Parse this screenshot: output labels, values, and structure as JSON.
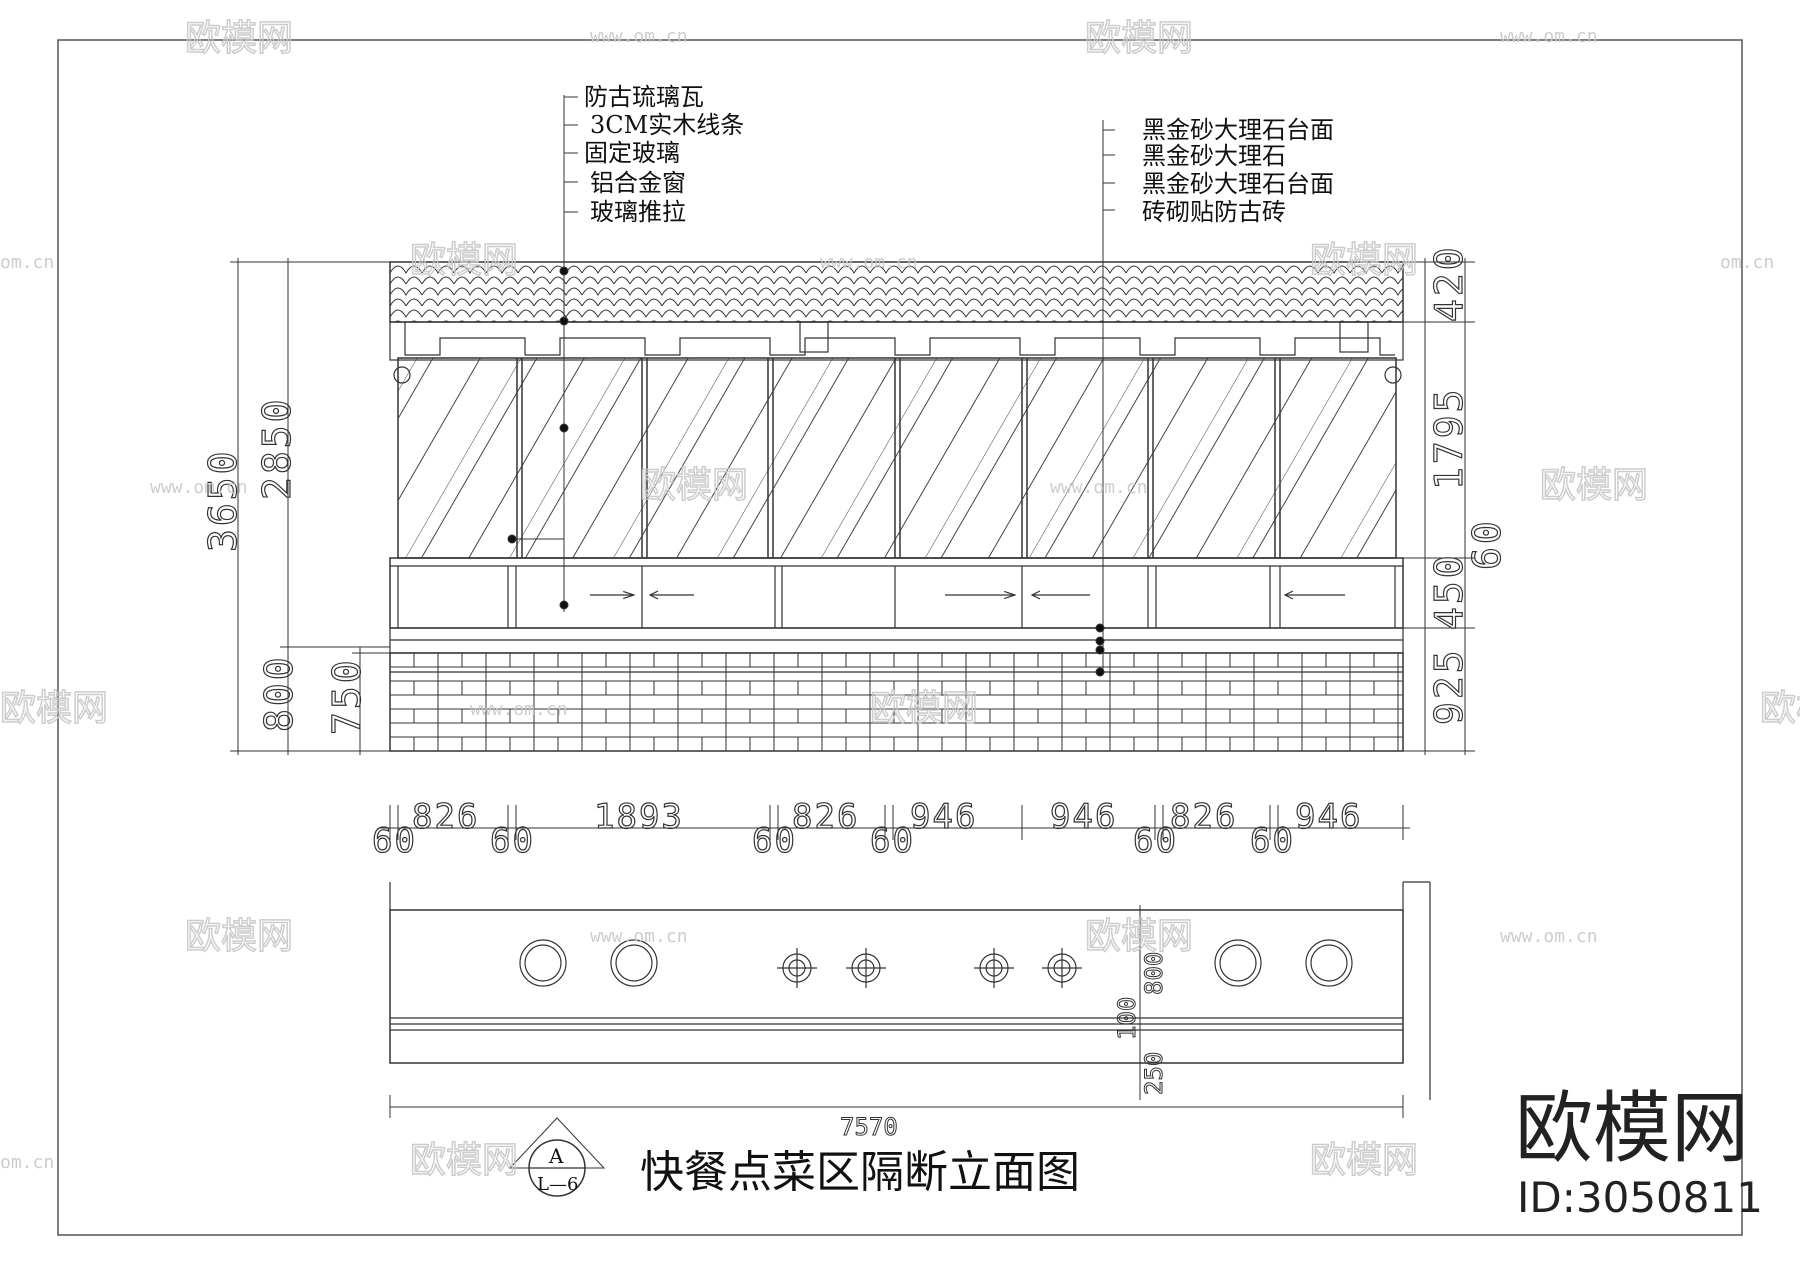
{
  "drawing": {
    "title": "快餐点菜区隔断立面图",
    "section_ref": {
      "top": "A",
      "bottom": "L—6"
    },
    "left_callouts": [
      "防古琉璃瓦",
      "3CM实木线条",
      "固定玻璃",
      "铝合金窗",
      "玻璃推拉"
    ],
    "right_callouts": [
      "黑金砂大理石台面",
      "黑金砂大理石",
      "黑金砂大理石台面",
      "砖砌贴防古砖"
    ],
    "dims_left": [
      "3650",
      "2850",
      "800",
      "750"
    ],
    "dims_right": [
      "420",
      "1795",
      "60",
      "450",
      "925"
    ],
    "dims_top_row1": [
      "826",
      "1893",
      "826",
      "946",
      "946",
      "826",
      "946"
    ],
    "dims_top_row2": [
      "60",
      "60",
      "60",
      "60",
      "60",
      "60"
    ],
    "dims_plan": [
      "800",
      "100",
      "250"
    ],
    "total_width": "7570"
  },
  "brand": {
    "name": "欧模网",
    "id": "ID:3050811"
  },
  "watermark": {
    "logo": "欧模网",
    "url": "www.om.cn",
    "url_short": "om.cn"
  }
}
